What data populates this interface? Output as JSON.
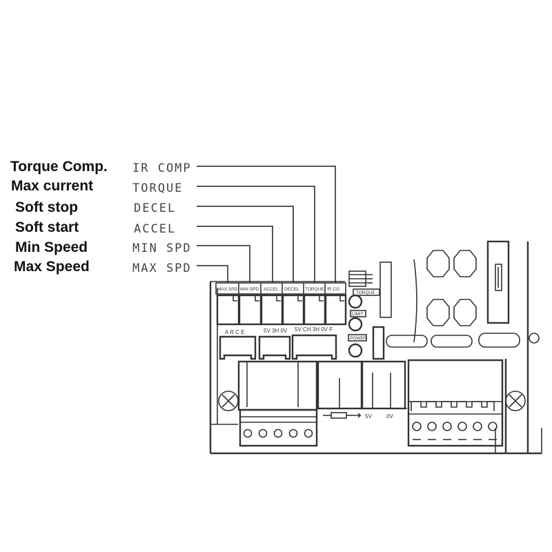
{
  "labels": [
    {
      "english": "Torque Comp.",
      "pot": "IR COMP"
    },
    {
      "english": "Max current",
      "pot": "TORQUE"
    },
    {
      "english": "Soft stop",
      "pot": "DECEL"
    },
    {
      "english": "Soft start",
      "pot": "ACCEL"
    },
    {
      "english": "Min Speed",
      "pot": "MIN SPD"
    },
    {
      "english": "Max Speed",
      "pot": "MAX SPD"
    }
  ],
  "board": {
    "pot_tags": [
      "MAX SPD",
      "MIN SPD",
      "ACCEL",
      "DECEL",
      "TORQUE",
      "IR CO"
    ],
    "jumper_tag": "TORQUE",
    "led_tags": [
      "LIMIT",
      "POWER"
    ],
    "connector_tags": [
      "A  R  C  E",
      "5V  3H  0V",
      "5V CH 3H 0V  F"
    ],
    "pot_voltage_tags": [
      "5V",
      "0V"
    ]
  }
}
